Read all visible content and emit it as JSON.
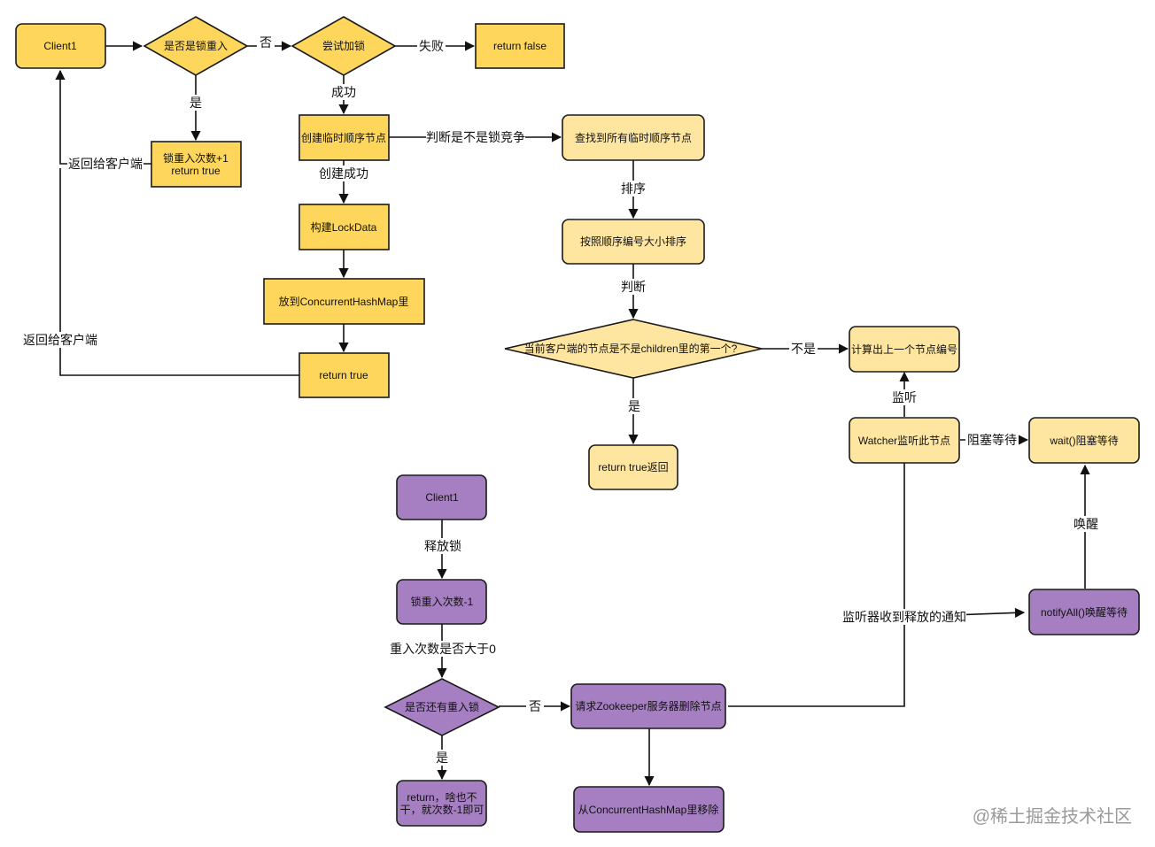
{
  "nodes": {
    "client1_top": "Client1",
    "is_reentrant": "是否是锁重入",
    "try_lock": "尝试加锁",
    "return_false": "return false",
    "reentrant_inc_line1": "锁重入次数+1",
    "reentrant_inc_line2": "return true",
    "create_temp_node": "创建临时顺序节点",
    "find_all_nodes": "查找到所有临时顺序节点",
    "build_lockdata": "构建LockData",
    "sort_nodes": "按照顺序编号大小排序",
    "put_map": "放到ConcurrentHashMap里",
    "is_first": "当前客户端的节点是不是children里的第一个?",
    "calc_prev": "计算出上一个节点编号",
    "return_true_left": "return true",
    "return_true_back": "return true返回",
    "watcher": "Watcher监听此节点",
    "wait_block": "wait()阻塞等待",
    "client1_bottom": "Client1",
    "reentrant_dec": "锁重入次数-1",
    "notify_all": "notifyAll()唤醒等待",
    "has_reentrant": "是否还有重入锁",
    "request_delete": "请求Zookeeper服务器删除节点",
    "return_nothing_line1": "return，啥也不",
    "return_nothing_line2": "干，就次数-1即可",
    "remove_map": "从ConcurrentHashMap里移除"
  },
  "edge_labels": {
    "no_1": "否",
    "fail": "失败",
    "yes_1": "是",
    "success": "成功",
    "return_client_1": "返回给客户端",
    "judge_contention": "判断是不是锁竞争",
    "create_success": "创建成功",
    "sort": "排序",
    "judge": "判断",
    "return_client_2": "返回给客户端",
    "not": "不是",
    "yes_2": "是",
    "listen": "监听",
    "block_wait": "阻塞等待",
    "release_lock": "释放锁",
    "wake": "唤醒",
    "listener_notified": "监听器收到释放的通知",
    "reentrant_gt0": "重入次数是否大于0",
    "no_2": "否",
    "yes_3": "是"
  },
  "watermark": "@稀土掘金技术社区",
  "colors": {
    "yellow": "#fdd65b",
    "light_yellow": "#ffe6a0",
    "purple": "#a57fc1",
    "stroke": "#1a1a1a"
  }
}
